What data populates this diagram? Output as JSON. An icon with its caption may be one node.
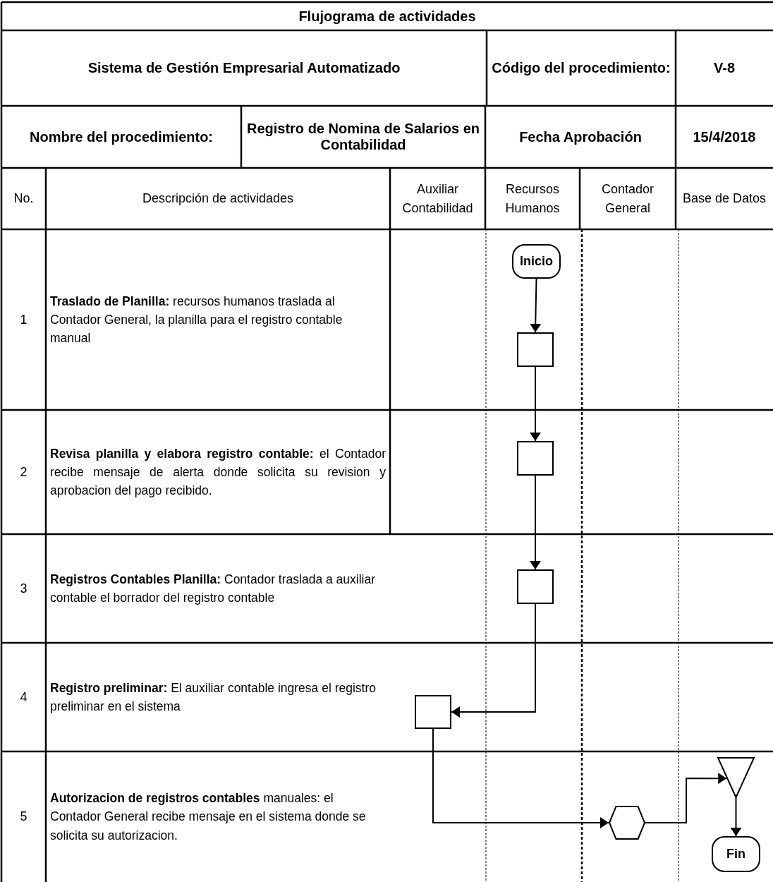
{
  "diagram": {
    "title": "Flujograma de actividades",
    "nodes": [
      {
        "text": [
          "Inicio"
        ]
      },
      {
        "text": [],
        "shape": "box"
      },
      {
        "text": [],
        "shape": "box"
      },
      {
        "text": [],
        "shape": "box"
      },
      {
        "text": [],
        "shape": "box"
      },
      {
        "text": [],
        "shape": "hexagon"
      },
      {
        "text": [],
        "shape": "triangle"
      },
      {
        "text": [
          "Fin"
        ]
      }
    ],
    "edges": [
      {
        "from": 0,
        "to": 1,
        "arrow": "to"
      },
      {
        "from": 1,
        "to": 2,
        "arrow": "to"
      },
      {
        "from": 2,
        "to": 3,
        "arrow": "to"
      },
      {
        "from": 3,
        "to": 4,
        "arrow": "to"
      },
      {
        "from": 4,
        "to": 5,
        "arrow": "to"
      },
      {
        "from": 5,
        "to": 6,
        "arrow": "to"
      },
      {
        "from": 6,
        "to": 7,
        "arrow": "to"
      }
    ],
    "labels": [
      "Sistema de Gestión Empresarial Automatizado",
      "Código del procedimiento:",
      "V-8",
      "Nombre del procedimiento:",
      "Registro de Nomina de Salarios en Contabilidad",
      "Fecha Aprobación",
      "15/4/2018",
      "No.",
      "Descripción de actividades",
      "Auxiliar Contabilidad",
      "Recursos Humanos",
      "Contador General",
      "Base de Datos",
      "1",
      "**Traslado de Planilla:** recursos humanos traslada al Contador General, la planilla para el registro contable manual",
      "2",
      "**Revisa planilla y elabora registro contable:** el Contador recibe mensaje de alerta donde solicita su revision y aprobacion del pago recibido.",
      "3",
      "**Registros Contables Planilla:** Contador traslada a auxiliar contable el borrador del registro contable",
      "4",
      "**Registro preliminar:** El auxiliar contable ingresa el registro preliminar en el sistema",
      "5",
      "**Autorizacion de registros contables** manuales: el Contador General recibe mensaje en el sistema donde se solicita su autorizacion."
    ]
  }
}
